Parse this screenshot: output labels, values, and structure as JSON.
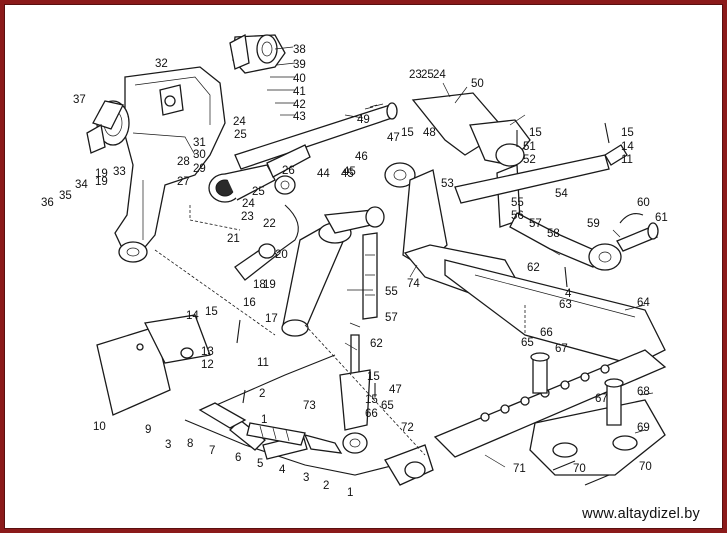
{
  "figure": {
    "title": "Rear three-point hitch assembly — exploded view",
    "watermark": "www.altaydizel.by"
  },
  "callouts": [
    "1",
    "2",
    "3",
    "4",
    "5",
    "6",
    "7",
    "8",
    "9",
    "10",
    "11",
    "12",
    "13",
    "14",
    "15",
    "16",
    "17",
    "18",
    "19",
    "20",
    "21",
    "22",
    "23",
    "24",
    "25",
    "26",
    "27",
    "28",
    "29",
    "30",
    "31",
    "32",
    "33",
    "34",
    "35",
    "36",
    "37",
    "38",
    "39",
    "40",
    "41",
    "42",
    "43",
    "44",
    "45",
    "46",
    "47",
    "48",
    "49",
    "50",
    "51",
    "52",
    "53",
    "54",
    "55",
    "56",
    "57",
    "58",
    "59",
    "60",
    "61",
    "62",
    "63",
    "64",
    "65",
    "66",
    "67",
    "68",
    "69",
    "70",
    "71",
    "72",
    "73",
    "74"
  ],
  "extra_callouts": [
    "1",
    "2",
    "3",
    "4",
    "11",
    "14",
    "15",
    "15",
    "15",
    "15",
    "15",
    "19",
    "19",
    "23",
    "24",
    "24",
    "25",
    "25",
    "45",
    "47",
    "55",
    "57",
    "62",
    "65",
    "66",
    "67",
    "70"
  ]
}
